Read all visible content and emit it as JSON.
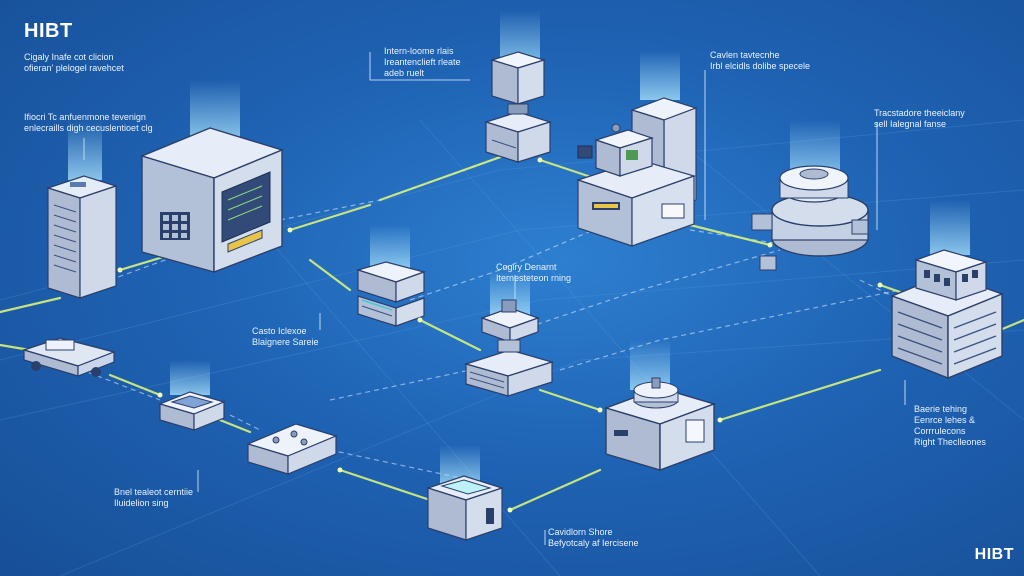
{
  "brand": {
    "top_logo": "HIBT",
    "bottom_logo": "HIBT"
  },
  "labels": {
    "intro": [
      "Cigaly Inafe cot clicion",
      "ofieran' plelogel ravehcet"
    ],
    "left_upper": [
      "Ifiocri Tc anfuenmone tevenign",
      "enlecraills digh cecuslentioet clg"
    ],
    "top_center": [
      "Intern-loome rlais",
      "Ireantenclieft rleate",
      "adeb ruelt"
    ],
    "top_right": [
      "Cavlen tavtecnhe",
      "Irbl elcidls dolibe specele"
    ],
    "right_upper": [
      "Tracstadore theeiclany",
      "sell Ialegnal fanse"
    ],
    "center": [
      "Cogiry Denarnt",
      "Iternesteteon rning"
    ],
    "left_middle": [
      "Casto Iclexoe",
      "Blaignere Sareie"
    ],
    "right_lower": [
      "Baerie tehing",
      "Eenrce lehes &",
      "Corrrulecons",
      "Right Theclleones"
    ],
    "bottom_left": [
      "Bnel tealeot cerntiie",
      "Iluidelion sing"
    ],
    "bottom_center": [
      "Cavidlorn Shore",
      "Befyotcaly af Iercisene"
    ]
  },
  "icons": {
    "server_rack": "server-rack-icon",
    "cabinet": "control-cabinet-icon",
    "router": "router-module-icon",
    "tower": "tower-node-icon",
    "machine": "lab-machine-icon",
    "reactor": "reactor-tank-icon",
    "building": "datacenter-building-icon",
    "vehicle": "vehicle-icon",
    "tray": "tray-box-icon",
    "panel": "control-panel-icon",
    "hub": "stacked-hub-icon",
    "turret": "turret-box-icon",
    "chip": "chip-block-icon"
  },
  "colors": {
    "background": "#1f63b4",
    "connector_glow": "#d8f27a",
    "device_body": "#c9d6ea",
    "device_shadow": "#8a9cbc",
    "outline": "#2b3f6b"
  }
}
